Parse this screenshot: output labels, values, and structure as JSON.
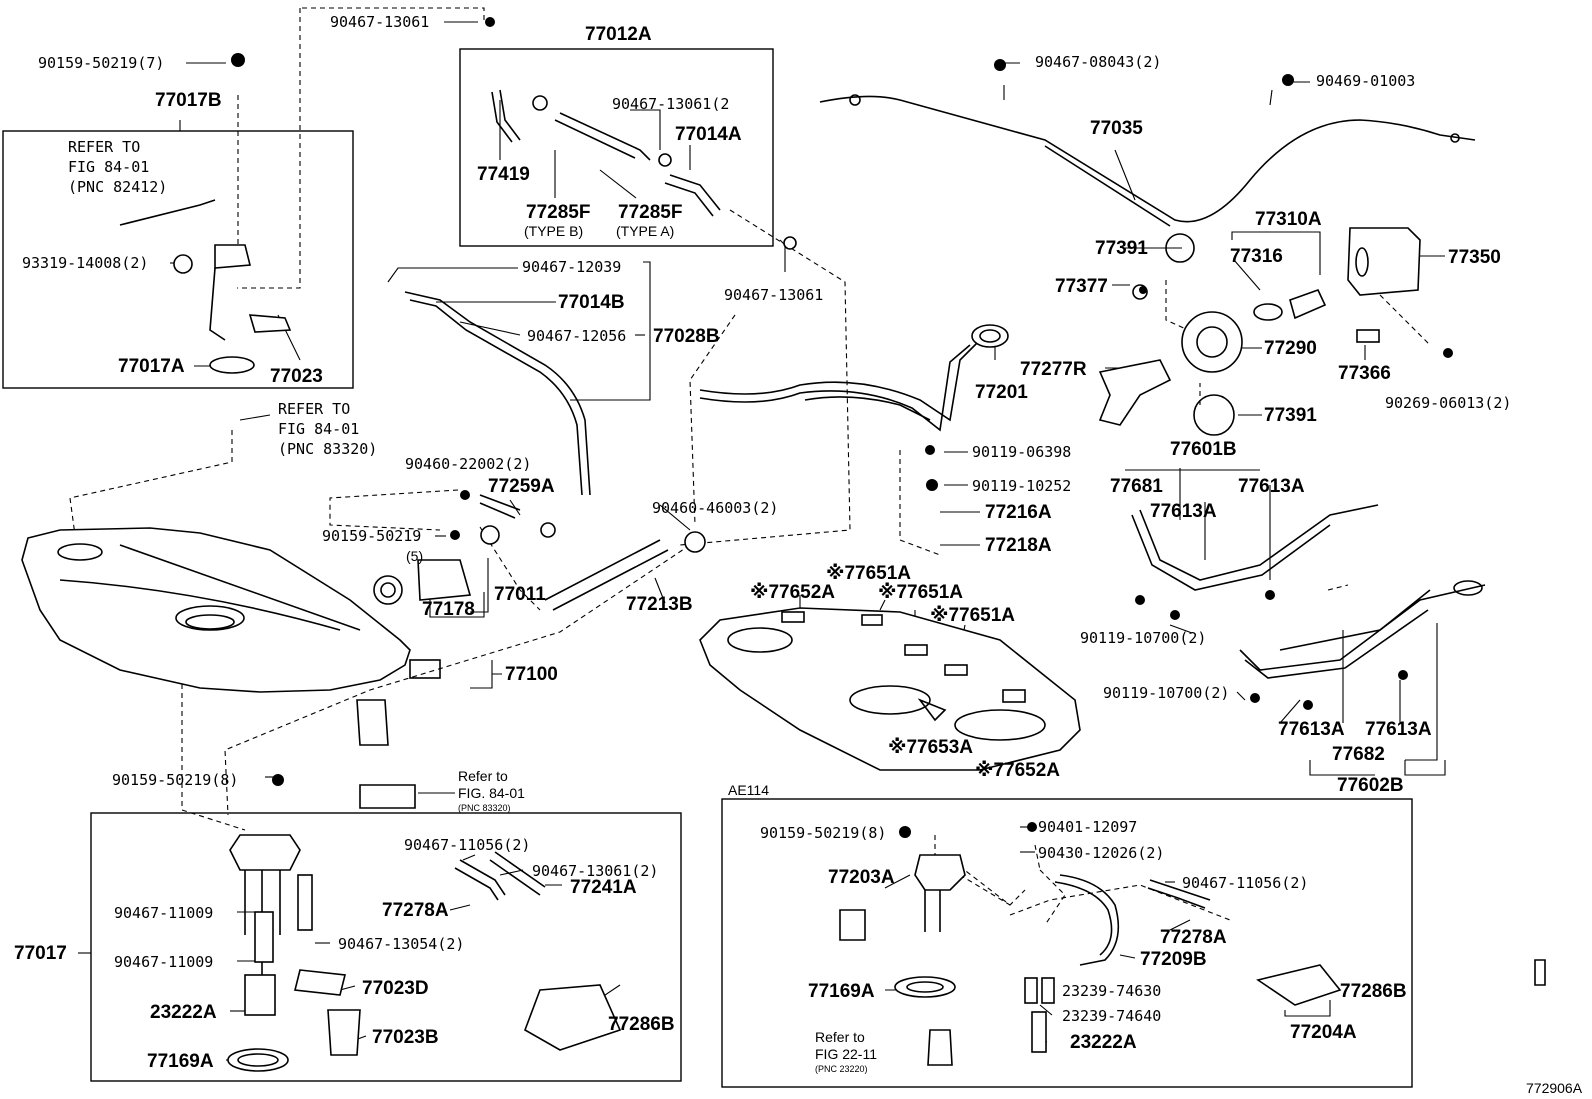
{
  "figure_code": "772906A",
  "section_ae114": "AE114",
  "labels": {
    "l_90467_13061_top": "90467-13061",
    "l_77012A": "77012A",
    "l_90159_50219_7": "90159-50219(7)",
    "l_77017B": "77017B",
    "l_refer1a": "REFER TO",
    "l_refer1b": "FIG 84-01",
    "l_refer1c": "(PNC 82412)",
    "l_93319": "93319-14008(2)",
    "l_77017A": "77017A",
    "l_77023": "77023",
    "l_refer2a": "REFER TO",
    "l_refer2b": "FIG 84-01",
    "l_refer2c": "(PNC 83320)",
    "l_90467_13061_2a": "90467-13061(2",
    "l_77014A": "77014A",
    "l_77419": "77419",
    "l_77285F_b": "77285F",
    "l_typeb": "(TYPE B)",
    "l_77285F_a": "77285F",
    "l_typea": "(TYPE A)",
    "l_90467_12039": "90467-12039",
    "l_77014B": "77014B",
    "l_90467_12056": "90467-12056",
    "l_77028B": "77028B",
    "l_90467_13061_r": "90467-13061",
    "l_90467_08043": "90467-08043(2)",
    "l_90469_01003": "90469-01003",
    "l_77035": "77035",
    "l_77310A": "77310A",
    "l_77391_a": "77391",
    "l_77316": "77316",
    "l_77350": "77350",
    "l_77377": "77377",
    "l_77290": "77290",
    "l_77277R": "77277R",
    "l_77201": "77201",
    "l_77366": "77366",
    "l_90269": "90269-06013(2)",
    "l_77391_b": "77391",
    "l_77601B": "77601B",
    "l_90119_06398": "90119-06398",
    "l_90119_10252": "90119-10252",
    "l_77681": "77681",
    "l_77613A_1": "77613A",
    "l_77613A_2": "77613A",
    "l_77216A": "77216A",
    "l_77218A": "77218A",
    "l_90460_22002": "90460-22002(2)",
    "l_77259A": "77259A",
    "l_90460_46003": "90460-46003(2)",
    "l_90159_50219_5": "90159-50219",
    "l_5": "(5)",
    "l_77011": "77011",
    "l_77178": "77178",
    "l_77213B": "77213B",
    "l_77100": "77100",
    "l_77651A_1": "※77651A",
    "l_77652A_1": "※77652A",
    "l_77651A_2": "※77651A",
    "l_77651A_3": "※77651A",
    "l_77653A": "※77653A",
    "l_77652A_2": "※77652A",
    "l_90119_10700_a": "90119-10700(2)",
    "l_90119_10700_b": "90119-10700(2)",
    "l_77613A_3": "77613A",
    "l_77613A_4": "77613A",
    "l_77682": "77682",
    "l_77602B": "77602B",
    "l_90159_50219_8a": "90159-50219(8)",
    "l_refer3a": "Refer to",
    "l_refer3b": "FIG. 84-01",
    "l_refer3c": "(PNC 83320)",
    "l_90467_11056_a": "90467-11056(2)",
    "l_90467_13061_b": "90467-13061(2)",
    "l_77278A_a": "77278A",
    "l_77241A": "77241A",
    "l_90467_11009_a": "90467-11009",
    "l_90467_13054": "90467-13054(2)",
    "l_77017": "77017",
    "l_90467_11009_b": "90467-11009",
    "l_77023D": "77023D",
    "l_23222A_a": "23222A",
    "l_77023B": "77023B",
    "l_77286B_a": "77286B",
    "l_77169A_a": "77169A",
    "l_90159_50219_8b": "90159-50219(8)",
    "l_90401": "90401-12097",
    "l_90430": "90430-12026(2)",
    "l_77203A": "77203A",
    "l_90467_11056_b": "90467-11056(2)",
    "l_77278A_b": "77278A",
    "l_77209B": "77209B",
    "l_77169A_b": "77169A",
    "l_23239_74630": "23239-74630",
    "l_23239_74640": "23239-74640",
    "l_77286B_b": "77286B",
    "l_refer4a": "Refer to",
    "l_refer4b": "FIG 22-11",
    "l_refer4c": "(PNC 23220)",
    "l_23222A_b": "23222A",
    "l_77204A": "77204A"
  }
}
